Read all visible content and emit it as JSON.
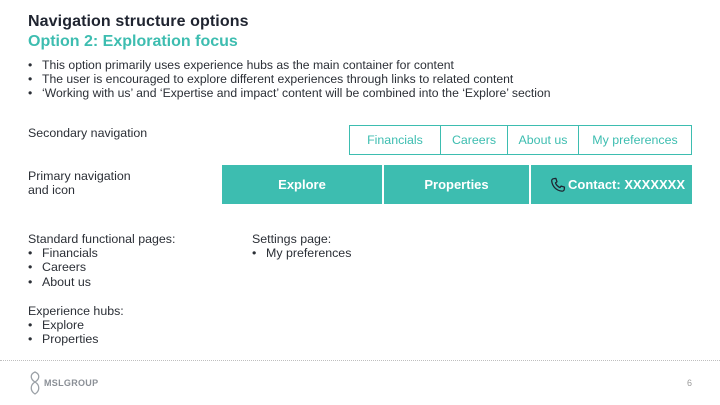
{
  "header": {
    "title": "Navigation structure options",
    "subtitle": "Option 2: Exploration focus"
  },
  "intro_bullets": [
    "This option primarily uses experience hubs as the main container for content",
    "The user is encouraged to explore different experiences through links to related content",
    "‘Working with us’ and ‘Expertise and impact’ content will be combined into the ‘Explore’ section"
  ],
  "secondary_nav": {
    "label": "Secondary navigation",
    "items": [
      "Financials",
      "Careers",
      "About us",
      "My preferences"
    ]
  },
  "primary_nav": {
    "label_line1": "Primary navigation",
    "label_line2": "and icon",
    "items": [
      "Explore",
      "Properties"
    ],
    "contact": "Contact: XXXXXXX",
    "contact_icon": "phone-icon"
  },
  "standard_pages": {
    "heading": "Standard functional pages:",
    "items": [
      "Financials",
      "Careers",
      "About us"
    ]
  },
  "settings_page": {
    "heading": "Settings page:",
    "items": [
      "My preferences"
    ]
  },
  "experience_hubs": {
    "heading": "Experience hubs:",
    "items": [
      "Explore",
      "Properties"
    ]
  },
  "footer": {
    "logo_text": "MSLGROUP",
    "page_number": "6"
  },
  "colors": {
    "accent": "#3dbdb0",
    "title": "#1f2430"
  }
}
